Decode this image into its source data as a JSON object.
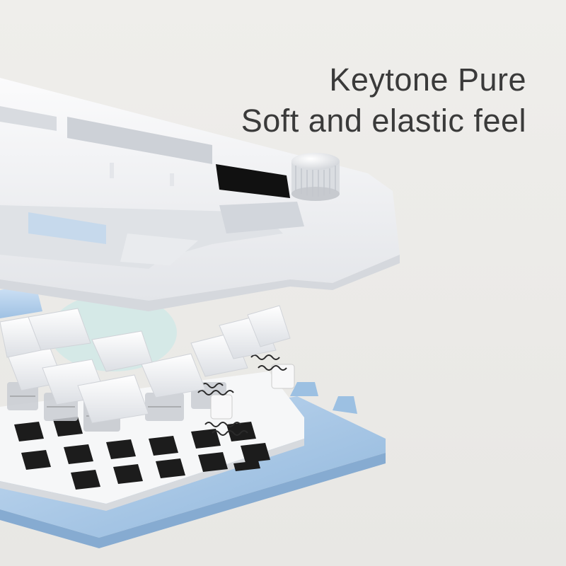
{
  "headline": {
    "line1": "Keytone Pure",
    "line2": "Soft and elastic feel"
  },
  "colors": {
    "background": "#ecebe8",
    "text": "#3a3a3a",
    "frame": "#f4f5f7",
    "plate_blue": "#a9c9e6",
    "keycap_blue": "#bcd6ef",
    "keycap_white": "#f7f7f8",
    "switch_hole": "#1c1c1c"
  },
  "illustration": {
    "subject": "exploded-keyboard",
    "layers": [
      "top-frame",
      "knob",
      "oled-screen",
      "keycaps",
      "switches",
      "plate",
      "bottom-case"
    ]
  }
}
